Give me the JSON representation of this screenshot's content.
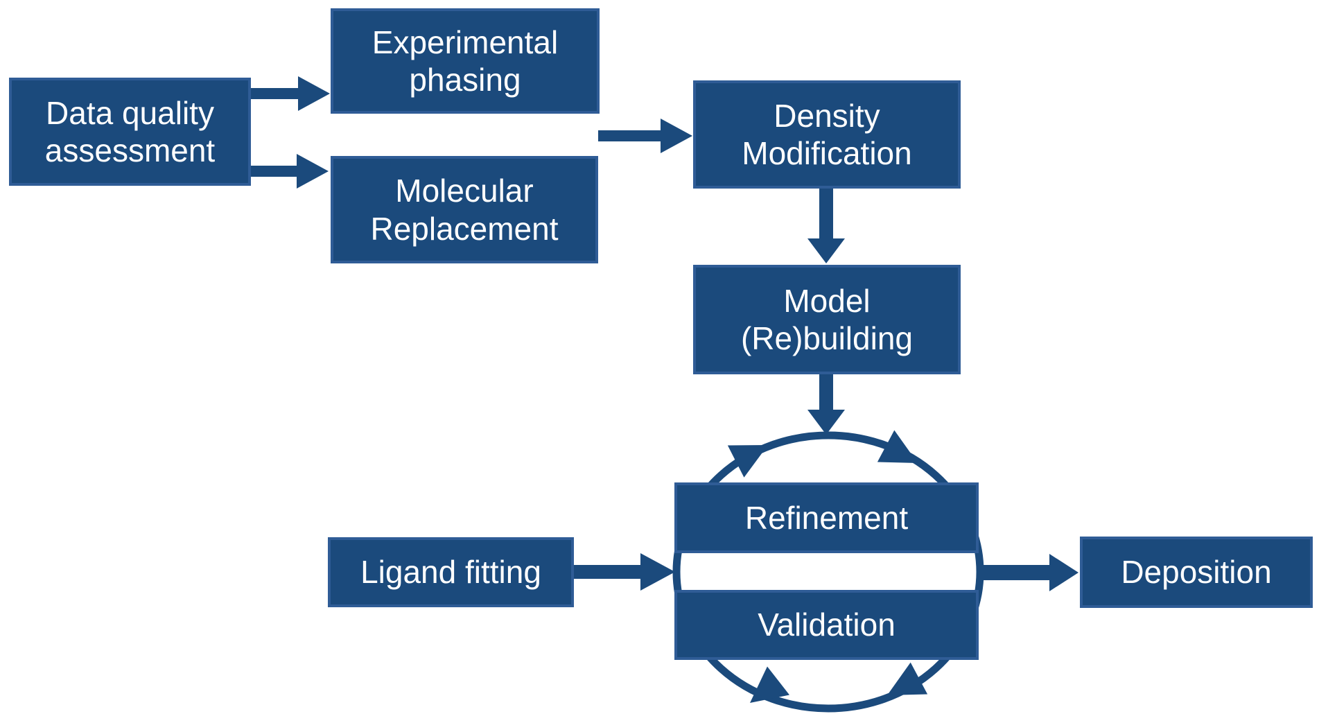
{
  "diagram": {
    "title_hint": "crystallographic structure determination workflow",
    "colors": {
      "box_fill": "#1B4A7C",
      "box_border": "#2F5C96",
      "arrow": "#1B4A7C",
      "text": "#FFFFFF",
      "background": "#FFFFFF"
    },
    "nodes": [
      {
        "id": "data-quality-assessment",
        "label": "Data quality\nassessment"
      },
      {
        "id": "experimental-phasing",
        "label": "Experimental\nphasing"
      },
      {
        "id": "molecular-replacement",
        "label": "Molecular\nReplacement"
      },
      {
        "id": "density-modification",
        "label": "Density\nModification"
      },
      {
        "id": "model-rebuilding",
        "label": "Model\n(Re)building"
      },
      {
        "id": "refinement",
        "label": "Refinement"
      },
      {
        "id": "validation",
        "label": "Validation"
      },
      {
        "id": "ligand-fitting",
        "label": "Ligand fitting"
      },
      {
        "id": "deposition",
        "label": "Deposition"
      }
    ],
    "edges": [
      {
        "from": "data-quality-assessment",
        "to": "experimental-phasing"
      },
      {
        "from": "data-quality-assessment",
        "to": "molecular-replacement"
      },
      {
        "from": [
          "experimental-phasing",
          "molecular-replacement"
        ],
        "to": "density-modification"
      },
      {
        "from": "density-modification",
        "to": "model-rebuilding"
      },
      {
        "from": "model-rebuilding",
        "to": "refinement-validation-cycle"
      },
      {
        "from": "ligand-fitting",
        "to": "refinement-validation-cycle"
      },
      {
        "from": "refinement-validation-cycle",
        "to": "deposition"
      }
    ],
    "cycle": {
      "members": [
        "refinement",
        "validation"
      ],
      "direction": "clockwise",
      "arrowheads": 4
    }
  }
}
